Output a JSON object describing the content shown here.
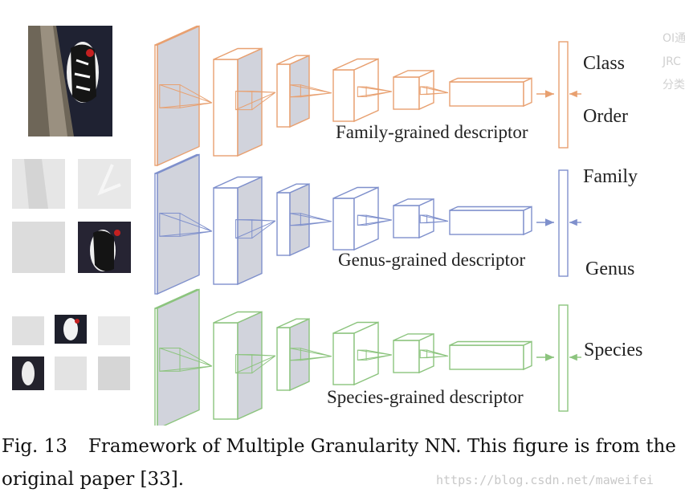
{
  "rows": [
    {
      "color": "#e8a070",
      "descriptor": "Family-grained descriptor",
      "labels": [
        "Class",
        "Order"
      ]
    },
    {
      "color": "#7f90cc",
      "descriptor": "Genus-grained descriptor",
      "labels": [
        "Family",
        "Genus"
      ]
    },
    {
      "color": "#8cc47e",
      "descriptor": "Species-grained descriptor",
      "labels": [
        "Species"
      ]
    }
  ],
  "caption": {
    "fig_number": "Fig. 13",
    "text": "Framework of Multiple Granularity NN. This figure is from the original paper [33]."
  },
  "watermark": {
    "url": "https://blog.csdn.net/maweifei",
    "side_lines": [
      "OI通",
      "JRC",
      "分类"
    ]
  },
  "icons": {
    "bird_image": "woodpecker-photo",
    "part_crop": "image-crop-tile"
  }
}
